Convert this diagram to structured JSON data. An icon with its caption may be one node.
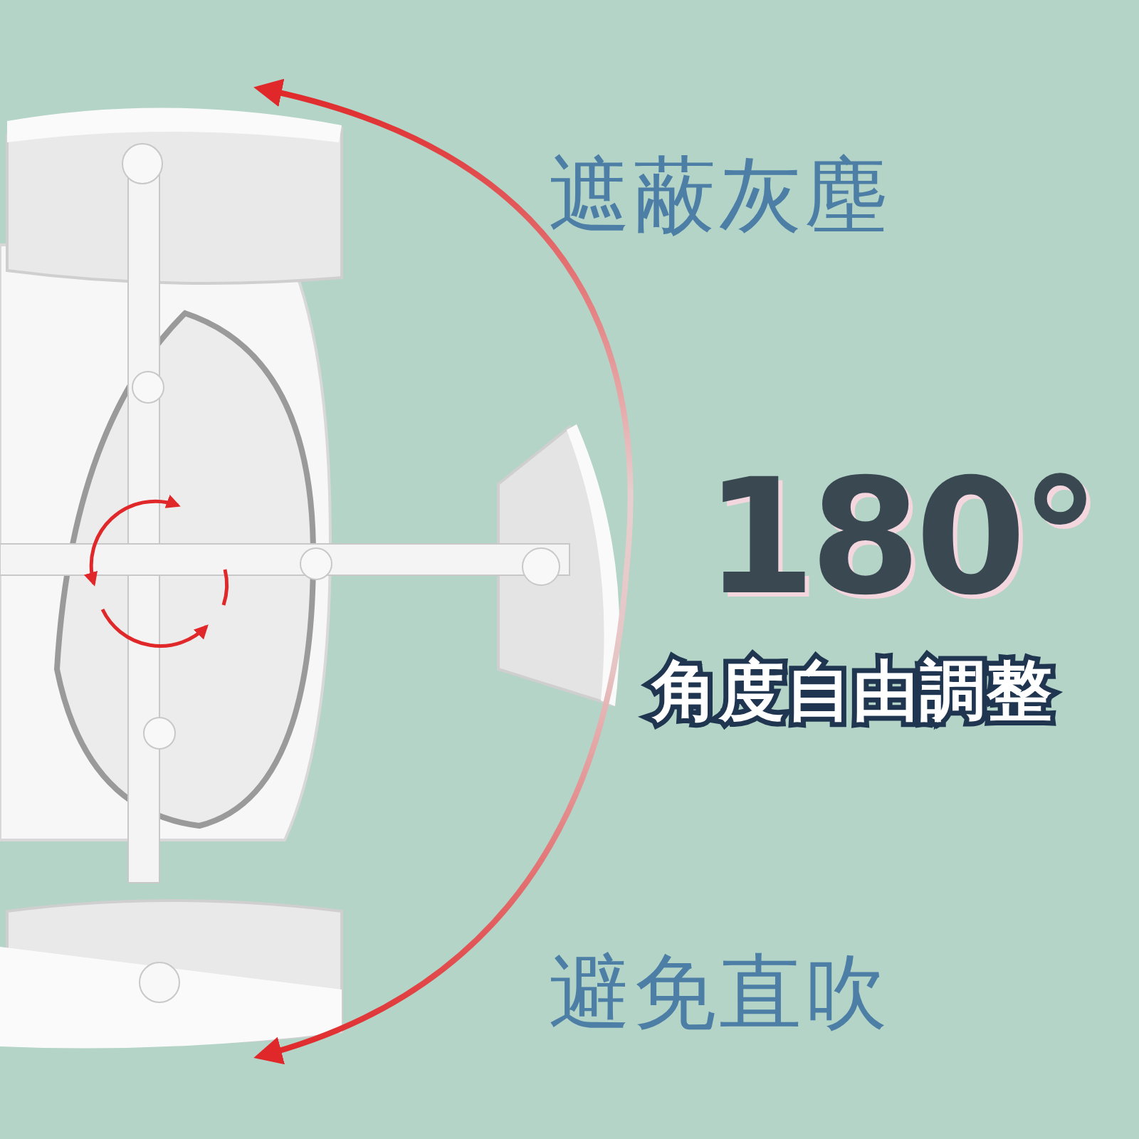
{
  "diagram": {
    "labels": [
      "遮蔽灰塵",
      "180°",
      "角度自由調整",
      "避免直吹"
    ]
  }
}
